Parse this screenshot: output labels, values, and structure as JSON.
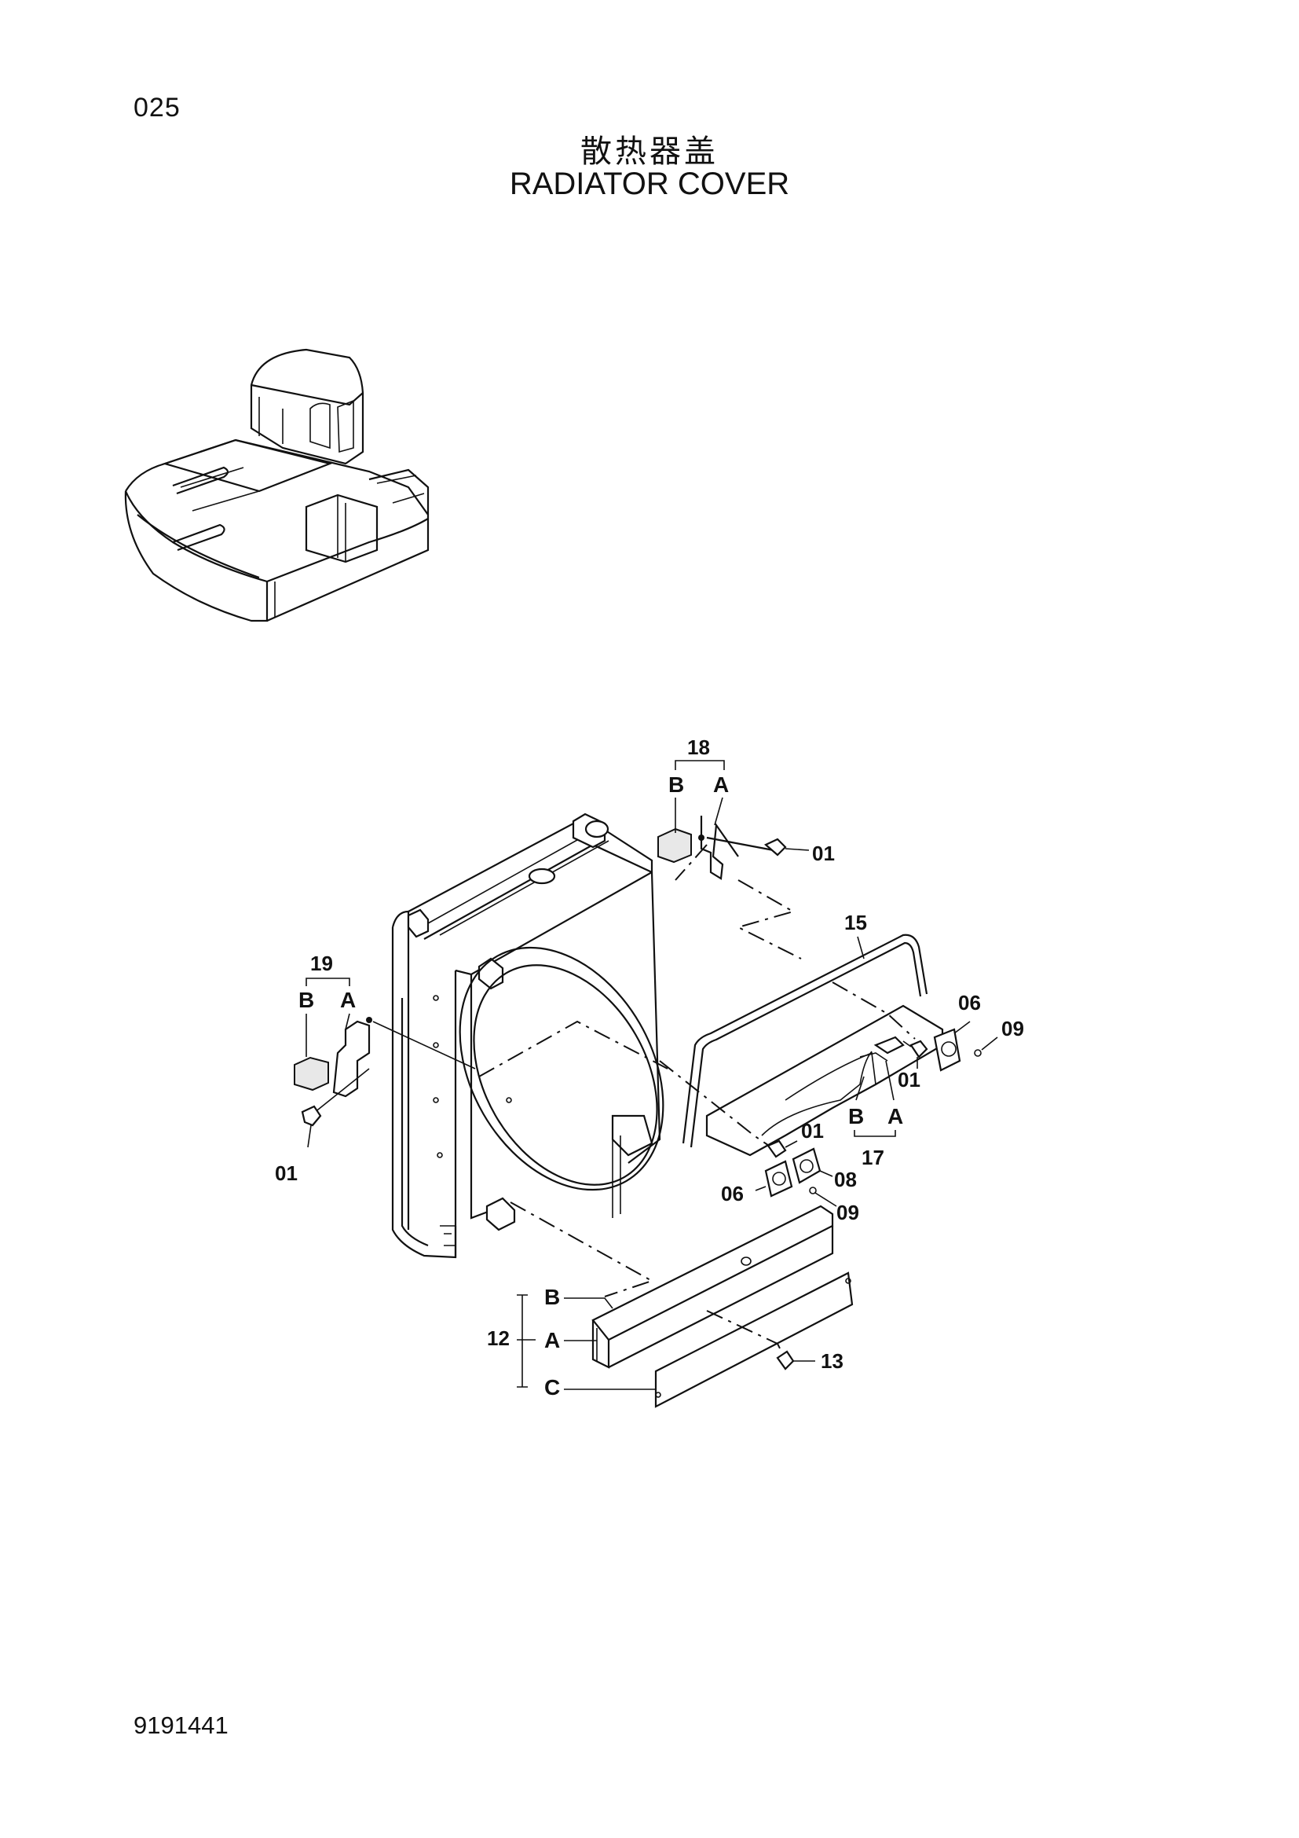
{
  "header": {
    "page_number": "025",
    "title_zh": "散热器盖",
    "title_en": "RADIATOR COVER"
  },
  "footer": {
    "document_number": "9191441"
  },
  "callouts": {
    "c18": "18",
    "c18b": "B",
    "c18a": "A",
    "c01_top": "01",
    "c15": "15",
    "c06_right": "06",
    "c09_right": "09",
    "c01_right": "01",
    "c17b": "B",
    "c17a": "A",
    "c17": "17",
    "c01_mid": "01",
    "c08": "08",
    "c06_mid": "06",
    "c09_mid": "09",
    "c19": "19",
    "c19b": "B",
    "c19a": "A",
    "c01_left": "01",
    "c12": "12",
    "c12b": "B",
    "c12a": "A",
    "c12c": "C",
    "c13": "13"
  }
}
